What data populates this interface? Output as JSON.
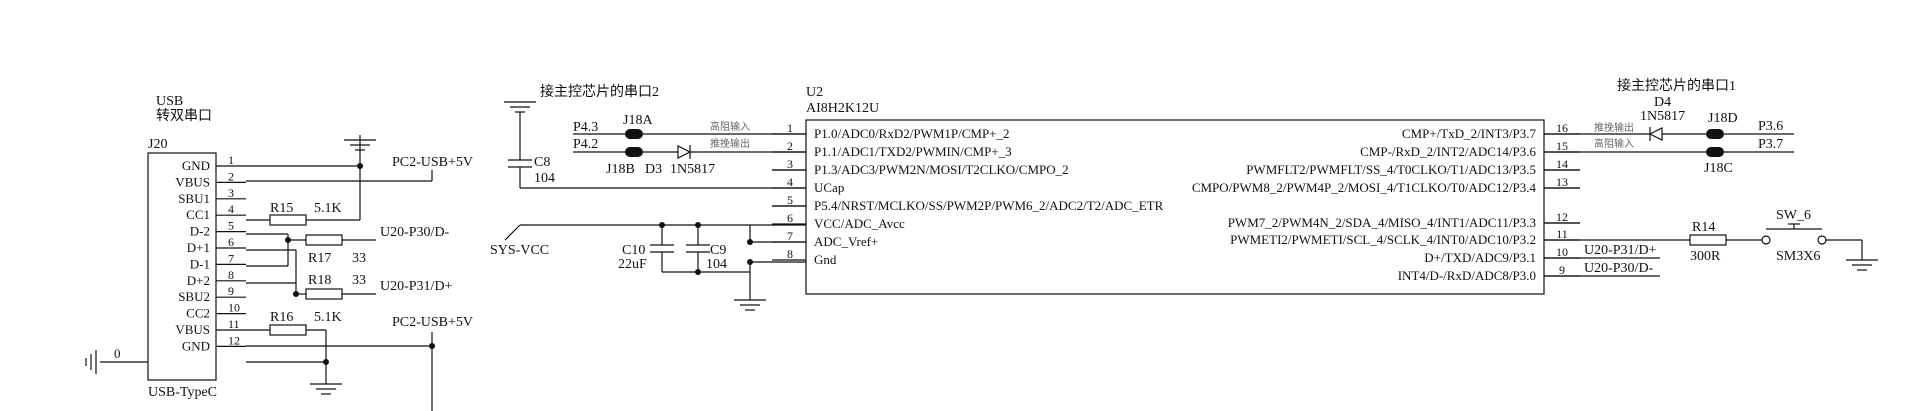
{
  "usb": {
    "title": "USB",
    "subtitle": "转双串口",
    "ref": "J20",
    "footprint": "USB-TypeC",
    "pins": [
      {
        "name": "GND",
        "num": "1"
      },
      {
        "name": "VBUS",
        "num": "2"
      },
      {
        "name": "SBU1",
        "num": "3"
      },
      {
        "name": "CC1",
        "num": "4"
      },
      {
        "name": "D-2",
        "num": "5"
      },
      {
        "name": "D+1",
        "num": "6"
      },
      {
        "name": "D-1",
        "num": "7"
      },
      {
        "name": "D+2",
        "num": "8"
      },
      {
        "name": "SBU2",
        "num": "9"
      },
      {
        "name": "CC2",
        "num": "10"
      },
      {
        "name": "VBUS",
        "num": "11"
      },
      {
        "name": "GND",
        "num": "12"
      }
    ],
    "shield_label": "0"
  },
  "resistors": {
    "r15": {
      "ref": "R15",
      "value": "5.1K"
    },
    "r16": {
      "ref": "R16",
      "value": "5.1K"
    },
    "r17": {
      "ref": "R17",
      "value": "33"
    },
    "r18": {
      "ref": "R18",
      "value": "33"
    },
    "r14": {
      "ref": "R14",
      "value": "300R"
    }
  },
  "nets": {
    "pc2_usb_1": "PC2-USB+5V",
    "pc2_usb_2": "PC2-USB+5V",
    "u20_p30": "U20-P30/D-",
    "u20_p31": "U20-P31/D+",
    "sys_vcc": "SYS-VCC",
    "p43": "P4.3",
    "p42": "P4.2",
    "p36": "P3.6",
    "p37": "P3.7",
    "u20_p31_right": "U20-P31/D+",
    "u20_p30_right": "U20-P30/D-"
  },
  "caps": {
    "c8": {
      "ref": "C8",
      "value": "104"
    },
    "c10": {
      "ref": "C10",
      "value": "22uF"
    },
    "c9": {
      "ref": "C9",
      "value": "104"
    }
  },
  "left_link": {
    "title": "接主控芯片的串口2",
    "j18a": "J18A",
    "j18b": "J18B",
    "d3": "D3",
    "d3_part": "1N5817",
    "in_label": "高阻输入",
    "out_label": "推挽输出"
  },
  "right_link": {
    "title": "接主控芯片的串口1",
    "d4": "D4",
    "d4_part": "1N5817",
    "j18d": "J18D",
    "j18c": "J18C",
    "out_label": "推挽输出",
    "in_label": "高阻输入"
  },
  "mcu": {
    "ref": "U2",
    "part": "AI8H2K12U",
    "left_pins": [
      {
        "num": "1",
        "name": "P1.0/ADC0/RxD2/PWM1P/CMP+_2"
      },
      {
        "num": "2",
        "name": "P1.1/ADC1/TXD2/PWMIN/CMP+_3"
      },
      {
        "num": "3",
        "name": "P1.3/ADC3/PWM2N/MOSI/T2CLKO/CMPO_2"
      },
      {
        "num": "4",
        "name": "UCap"
      },
      {
        "num": "5",
        "name": "P5.4/NRST/MCLKO/SS/PWM2P/PWM6_2/ADC2/T2/ADC_ETR"
      },
      {
        "num": "6",
        "name": "VCC/ADC_Avcc"
      },
      {
        "num": "7",
        "name": "ADC_Vref+"
      },
      {
        "num": "8",
        "name": "Gnd"
      }
    ],
    "right_pins": [
      {
        "num": "16",
        "name": "CMP+/TxD_2/INT3/P3.7"
      },
      {
        "num": "15",
        "name": "CMP-/RxD_2/INT2/ADC14/P3.6"
      },
      {
        "num": "14",
        "name": "PWMFLT2/PWMFLT/SS_4/T0CLKO/T1/ADC13/P3.5"
      },
      {
        "num": "13",
        "name": "CMPO/PWM8_2/PWM4P_2/MOSI_4/T1CLKO/T0/ADC12/P3.4"
      },
      {
        "num": "12",
        "name": "PWM7_2/PWM4N_2/SDA_4/MISO_4/INT1/ADC11/P3.3"
      },
      {
        "num": "11",
        "name": "PWMETI2/PWMETI/SCL_4/SCLK_4/INT0/ADC10/P3.2"
      },
      {
        "num": "10",
        "name": "D+/TXD/ADC9/P3.1"
      },
      {
        "num": "9",
        "name": "INT4/D-/RxD/ADC8/P3.0"
      }
    ]
  },
  "switch": {
    "ref": "SW_6",
    "part": "SM3X6"
  }
}
